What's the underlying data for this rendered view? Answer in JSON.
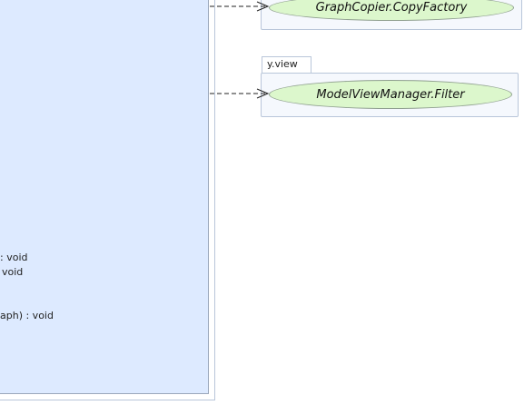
{
  "class_box": {
    "members": [
      ": void",
      "void",
      "aph) : void"
    ]
  },
  "packages": [
    {
      "label": "",
      "interface": "GraphCopier.CopyFactory"
    },
    {
      "label": "y.view",
      "interface": "ModelViewManager.Filter"
    }
  ]
}
